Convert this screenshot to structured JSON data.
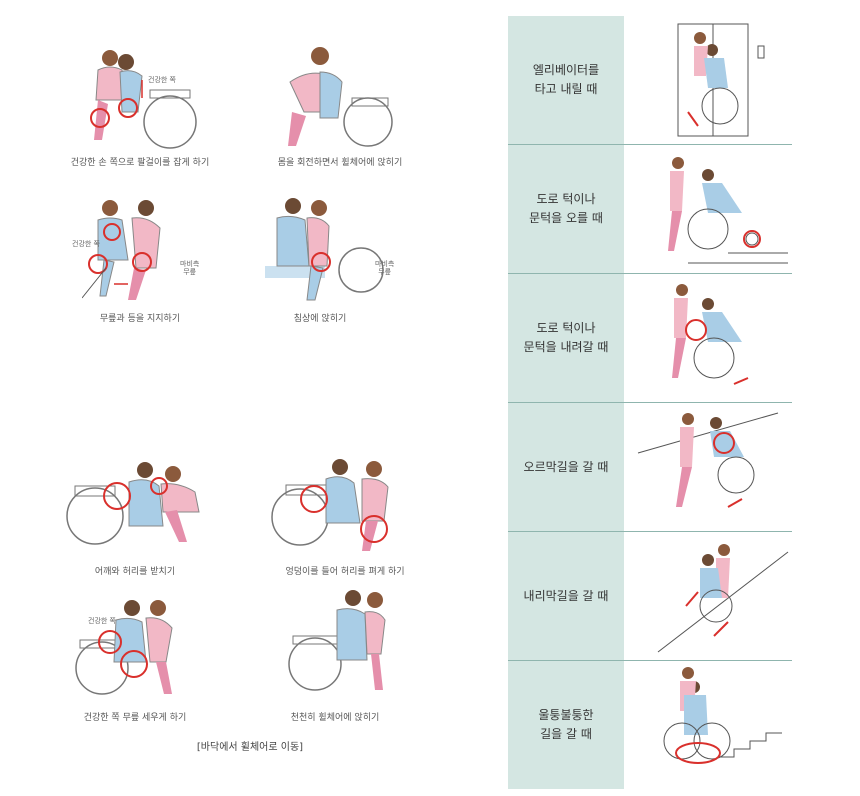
{
  "left": {
    "steps": [
      {
        "caption": "건강한 손 쪽으로 팔걸이를 잡게 하기",
        "notes": [
          "건강한 쪽"
        ]
      },
      {
        "caption": "몸을 회전하면서 휠체어에 앉히기",
        "notes": []
      },
      {
        "caption": "무릎과 등을 지지하기",
        "notes": [
          "건강한 쪽",
          "마비측",
          "무릎"
        ]
      },
      {
        "caption": "침상에 앉히기",
        "notes": [
          "마비측",
          "무릎"
        ]
      },
      {
        "caption": "어깨와 허리를 받치기",
        "notes": []
      },
      {
        "caption": "엉덩이를 들어 허리를 펴게 하기",
        "notes": []
      },
      {
        "caption": "건강한 쪽 무릎 세우게 하기",
        "notes": [
          "건강한 쪽"
        ]
      },
      {
        "caption": "천천히 휠체어에 앉히기",
        "notes": []
      }
    ],
    "bottom_caption": "[바닥에서 휠체어로 이동]"
  },
  "right": {
    "rows": [
      {
        "lines": [
          "엘리베이터를",
          "타고 내릴 때"
        ]
      },
      {
        "lines": [
          "도로 턱이나",
          "문턱을 오를 때"
        ]
      },
      {
        "lines": [
          "도로 턱이나",
          "문턱을 내려갈 때"
        ]
      },
      {
        "lines": [
          "오르막길을 갈 때"
        ]
      },
      {
        "lines": [
          "내리막길을 갈 때"
        ]
      },
      {
        "lines": [
          "울퉁불퉁한",
          "길을 갈 때"
        ]
      }
    ]
  },
  "colors": {
    "label_bg": "#d4e6e2",
    "caregiver_top": "#f2b8c6",
    "patient": "#a9cde6",
    "highlight": "#d9302c",
    "line": "#8fb5ae"
  }
}
